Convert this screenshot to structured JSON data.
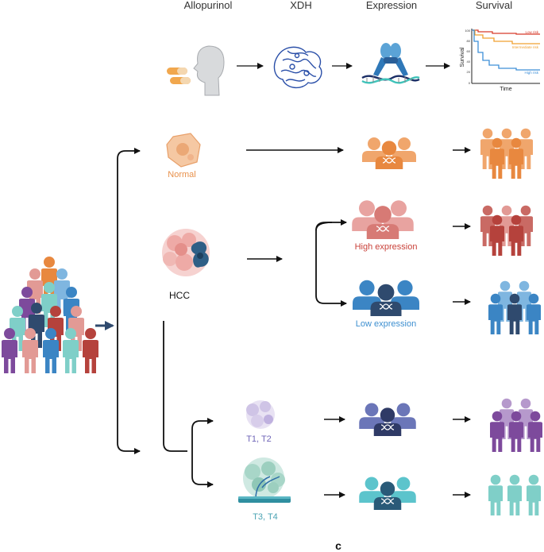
{
  "headers": {
    "allopurinol": "Allopurinol",
    "xdh": "XDH",
    "expression": "Expression",
    "survival": "Survival"
  },
  "survival_plot": {
    "ylabel": "Survival",
    "xlabel": "Time",
    "ticks": [
      "100",
      "80",
      "60",
      "40",
      "20",
      "0"
    ],
    "legend": {
      "low": "Low risk",
      "intermediate": "Intermediate risk",
      "high": "High risk"
    }
  },
  "labels": {
    "normal": "Normal",
    "hcc": "HCC",
    "high_expression": "High expression",
    "low_expression": "Low expression",
    "t1t2": "T1, T2",
    "t3t4": "T3, T4",
    "panel": "c"
  },
  "colors": {
    "orange": "#e8883f",
    "red": "#b5423c",
    "pink": "#e29a95",
    "blue": "#3b85c4",
    "navy": "#2f4a6e",
    "purple": "#7d4a9c",
    "lavender": "#a893c7",
    "teal": "#7fcfc8",
    "label_orange": "#e8904a",
    "label_red": "#c9423a",
    "label_blue": "#3d8fd0",
    "label_purple": "#7066b8",
    "label_teal": "#4aa3b3"
  }
}
